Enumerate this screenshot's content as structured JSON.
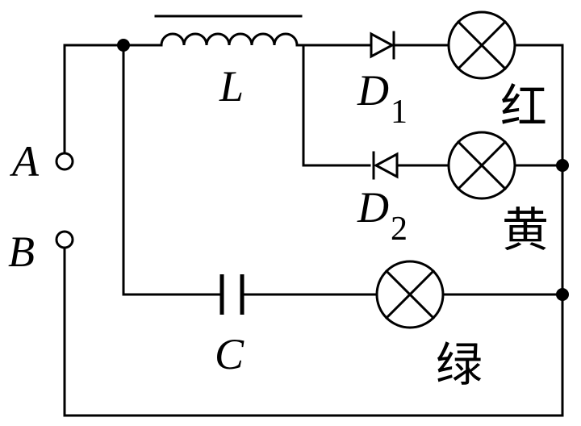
{
  "terminals": {
    "a": "A",
    "b": "B"
  },
  "components": {
    "inductor": "L",
    "capacitor": "C",
    "diode1": {
      "letter": "D",
      "sub": "1"
    },
    "diode2": {
      "letter": "D",
      "sub": "2"
    }
  },
  "lamps": {
    "red": "红",
    "yellow": "黄",
    "green": "绿"
  }
}
